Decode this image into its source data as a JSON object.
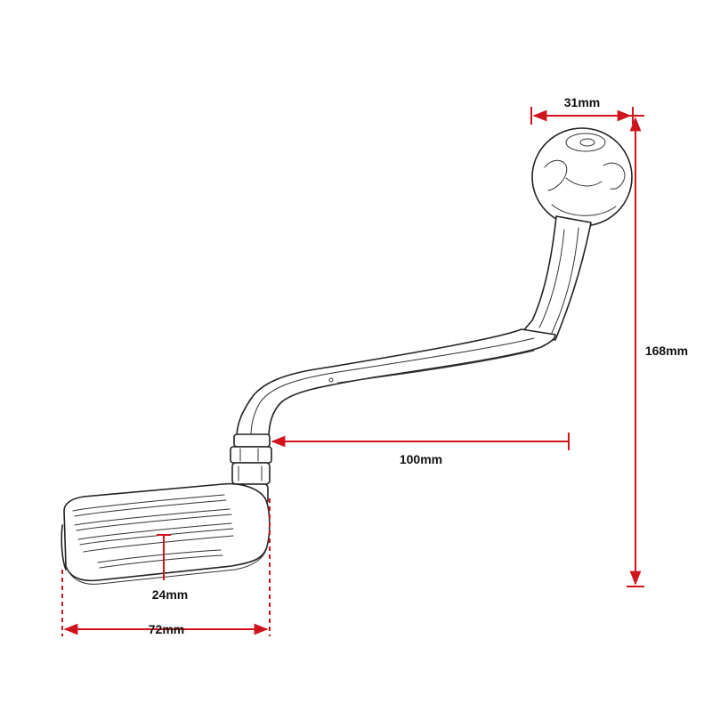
{
  "diagram": {
    "subject": "gear-shift-lever-line-drawing",
    "dimension_color": "#d0141c",
    "outline_color": "#222222",
    "dimensions": {
      "knob_diameter": "31mm",
      "overall_height": "168mm",
      "reach": "100mm",
      "pad_height": "24mm",
      "pad_width": "72mm"
    }
  }
}
